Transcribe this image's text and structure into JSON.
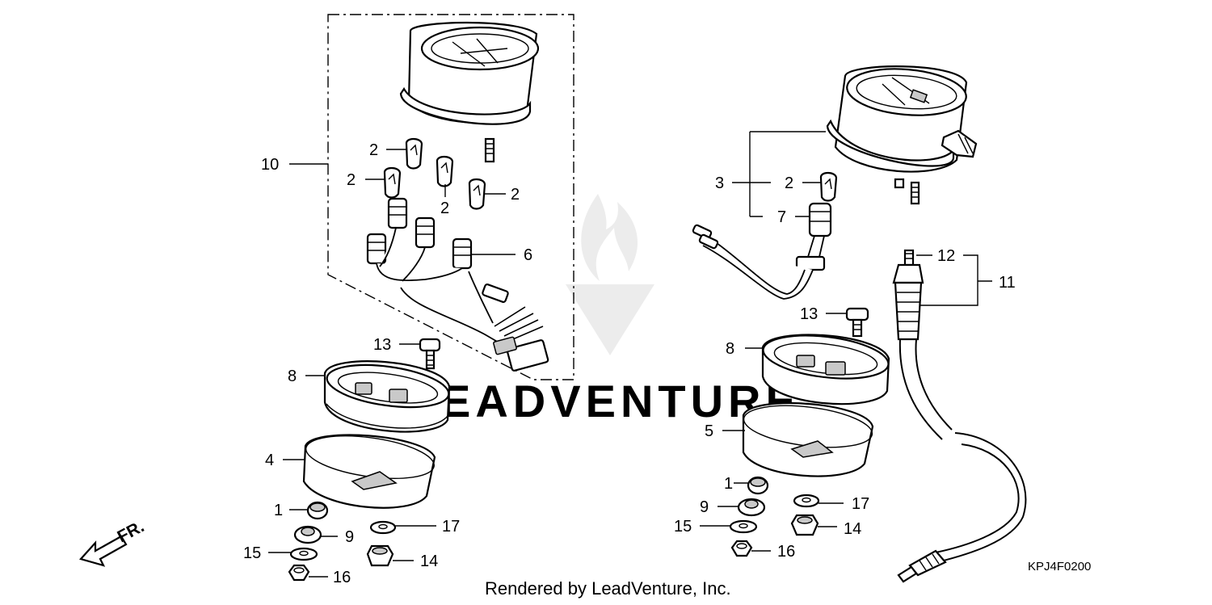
{
  "diagram": {
    "footer_text": "Rendered by LeadVenture, Inc.",
    "diagram_code": "KPJ4F0200",
    "direction_label": "FR.",
    "watermark_text": "EADVENTURE",
    "callouts": {
      "left_10": "10",
      "left_2a": "2",
      "left_2b": "2",
      "left_2c": "2",
      "left_2d": "2",
      "left_6": "6",
      "left_13": "13",
      "left_8": "8",
      "left_4": "4",
      "left_1": "1",
      "left_9": "9",
      "left_17": "17",
      "left_15": "15",
      "left_14": "14",
      "left_16": "16",
      "right_3": "3",
      "right_2": "2",
      "right_7": "7",
      "right_12": "12",
      "right_11": "11",
      "right_13": "13",
      "right_8": "8",
      "right_5": "5",
      "right_1": "1",
      "right_9": "9",
      "right_17": "17",
      "right_15": "15",
      "right_14": "14",
      "right_16": "16"
    }
  },
  "colors": {
    "line": "#000000",
    "background": "#ffffff",
    "watermark": "#ececec"
  }
}
